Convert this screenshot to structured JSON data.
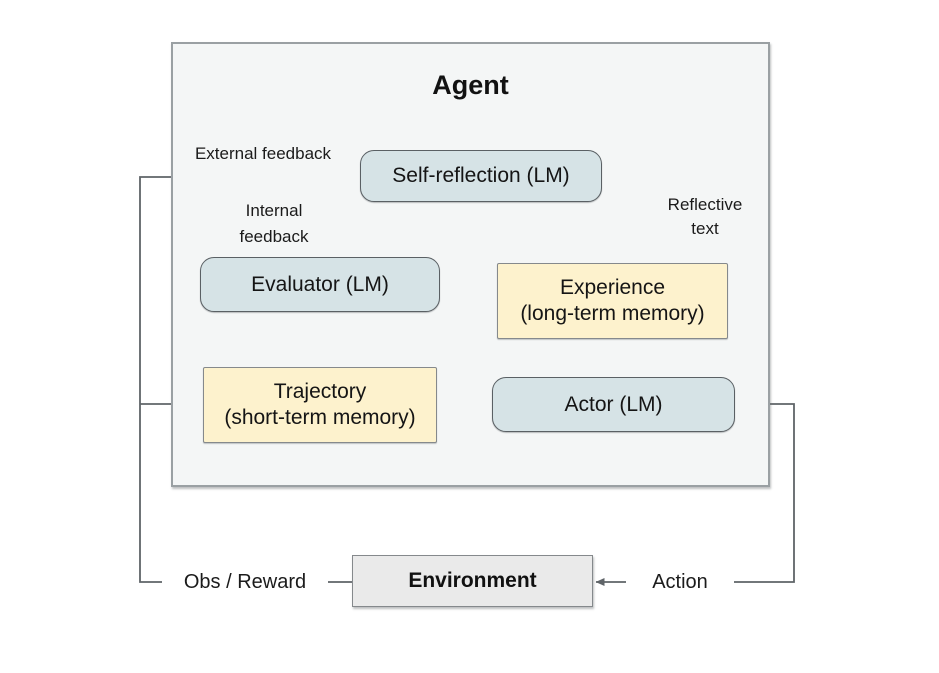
{
  "diagram": {
    "agent": {
      "title": "Agent"
    },
    "nodes": {
      "self_reflection": {
        "label": "Self-reflection (LM)"
      },
      "evaluator": {
        "label": "Evaluator (LM)"
      },
      "experience": {
        "label": "Experience",
        "sublabel": "(long-term memory)"
      },
      "trajectory": {
        "label": "Trajectory",
        "sublabel": "(short-term memory)"
      },
      "actor": {
        "label": "Actor (LM)"
      },
      "environment": {
        "label": "Environment"
      }
    },
    "edge_labels": {
      "external_feedback": "External feedback",
      "internal_feedback_line1": "Internal",
      "internal_feedback_line2": "feedback",
      "reflective_line1": "Reflective",
      "reflective_line2": "text",
      "obs_reward": "Obs / Reward",
      "action": "Action"
    },
    "colors": {
      "lm_node_fill": "#d6e3e6",
      "memory_node_fill": "#fdf2cd",
      "agent_box_fill": "#f4f6f6",
      "environment_fill": "#eaeaea",
      "node_border": "#5a6064",
      "memory_border": "#85898c",
      "agent_border": "#9aa0a3",
      "connector_line": "#5f6468",
      "text": "#1b1b1b"
    }
  }
}
